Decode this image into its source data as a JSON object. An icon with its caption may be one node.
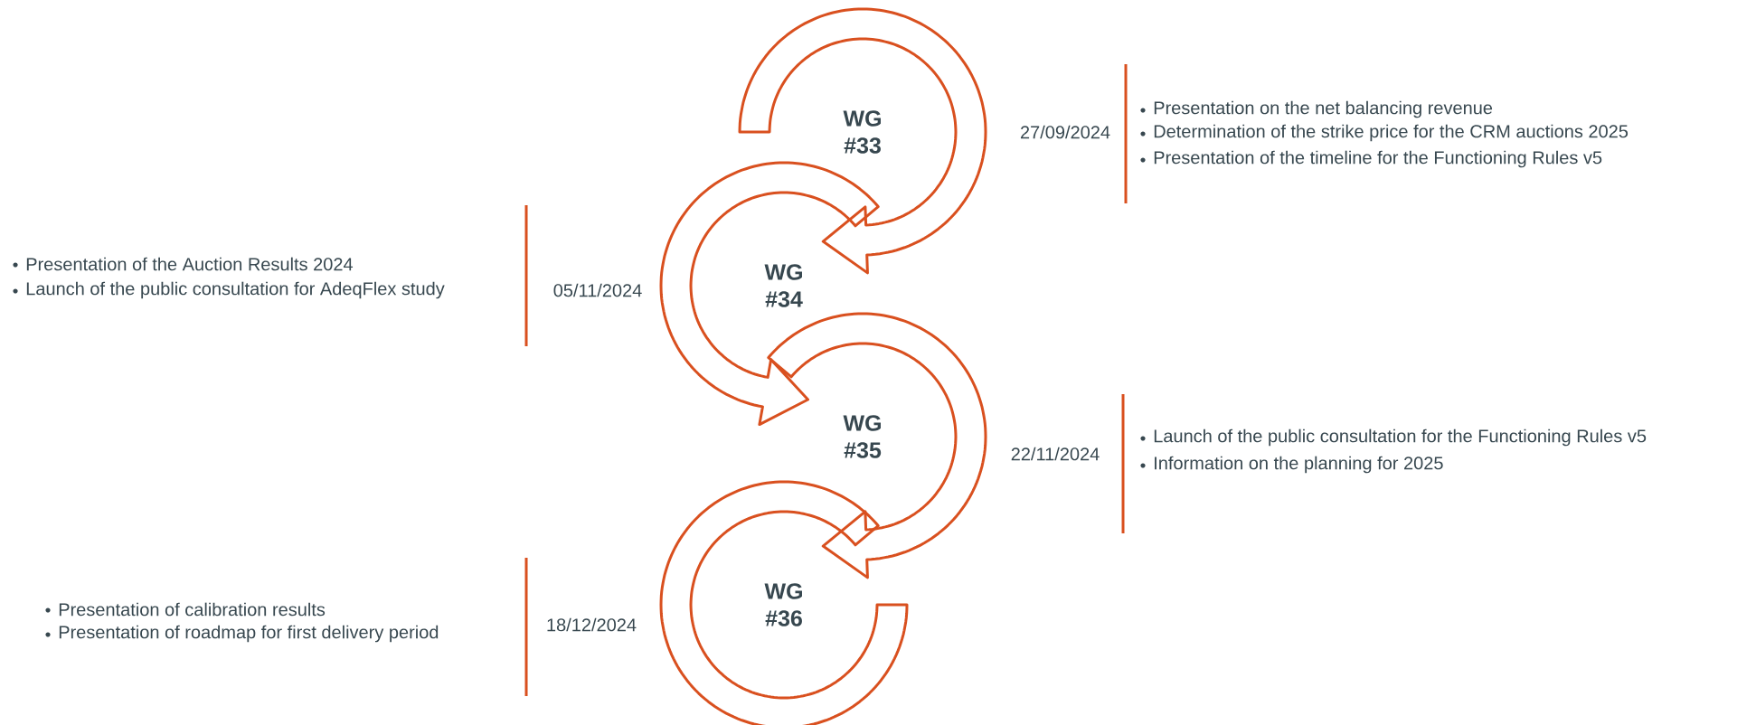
{
  "diagram": {
    "nodes": [
      {
        "text": [
          "WG #33"
        ],
        "beside": [
          "27/09/2024"
        ]
      },
      {
        "text": [
          "WG #34"
        ],
        "beside": [
          "05/11/2024"
        ]
      },
      {
        "text": [
          "WG #35"
        ],
        "beside": [
          "22/11/2024"
        ]
      },
      {
        "text": [
          "WG #36"
        ],
        "beside": [
          "18/12/2024"
        ]
      }
    ],
    "edges": [
      {
        "from": 0,
        "to": 1,
        "arrow": "to"
      },
      {
        "from": 1,
        "to": 2,
        "arrow": "to"
      },
      {
        "from": 2,
        "to": 3,
        "arrow": "to"
      }
    ],
    "labels": [
      "Presentation on the net balancing revenue",
      "Determination of the strike price for the CRM auctions 2025",
      "Presentation of the timeline for the Functioning Rules v5",
      "Presentation of the Auction Results 2024",
      "Launch of the public consultation for AdeqFlex study",
      "Launch of the public consultation for the Functioning Rules v5",
      "Information on the planning for 2025",
      "Presentation of calibration results",
      "Presentation of roadmap for first delivery period"
    ]
  }
}
